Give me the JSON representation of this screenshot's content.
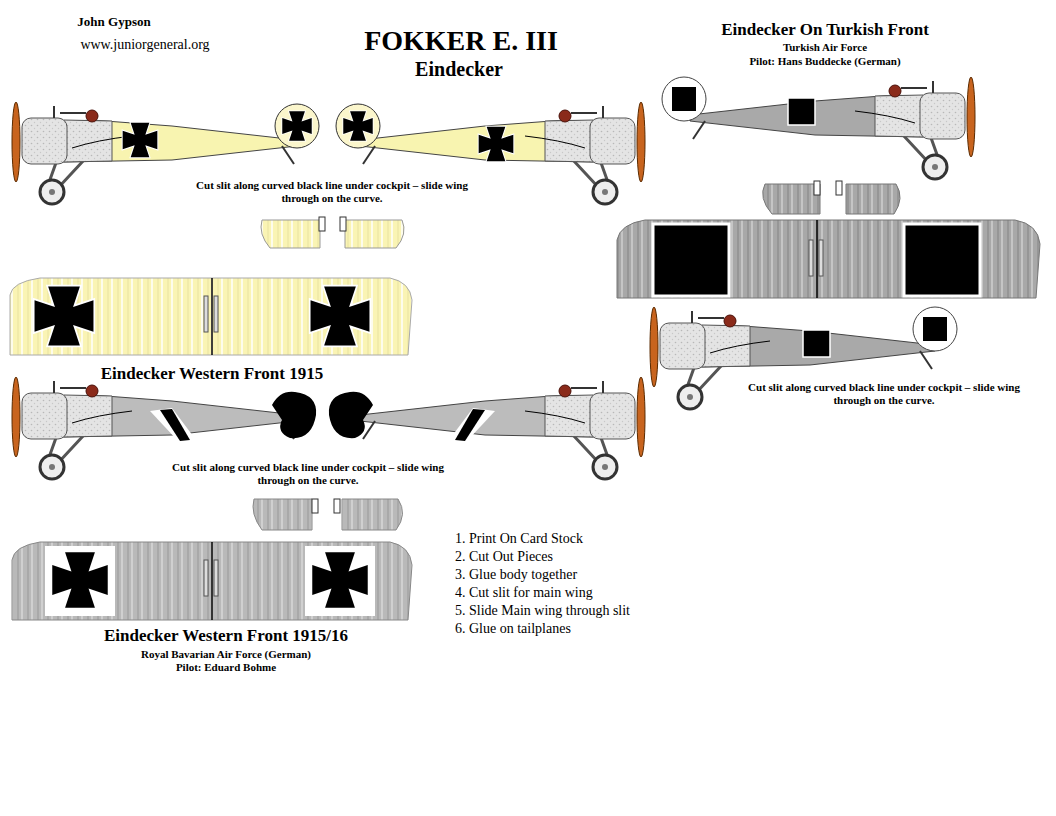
{
  "diagram": {
    "title": "FOKKER E. III",
    "labels": [
      "John Gypson",
      "www.juniorgeneral.org",
      "Eindecker",
      "Eindecker On Turkish Front",
      "Turkish Air Force",
      "Pilot: Hans Buddecke (German)",
      "Cut slit along curved black line under cockpit – slide wing through on the curve.",
      "Eindecker Western Front 1915",
      "Cut slit along curved black line under cockpit – slide wing through on the curve.",
      "Cut slit along curved black line under cockpit – slide wing through on the curve.",
      "Eindecker Western Front 1915/16",
      "Royal Bavarian Air Force (German)",
      "Pilot: Eduard Bohme",
      "1. Print On Card Stock",
      "2. Cut Out Pieces",
      "3. Glue body together",
      "4. Cut slit for main wing",
      "5. Slide Main wing through slit",
      "6. Glue on tailplanes"
    ]
  }
}
